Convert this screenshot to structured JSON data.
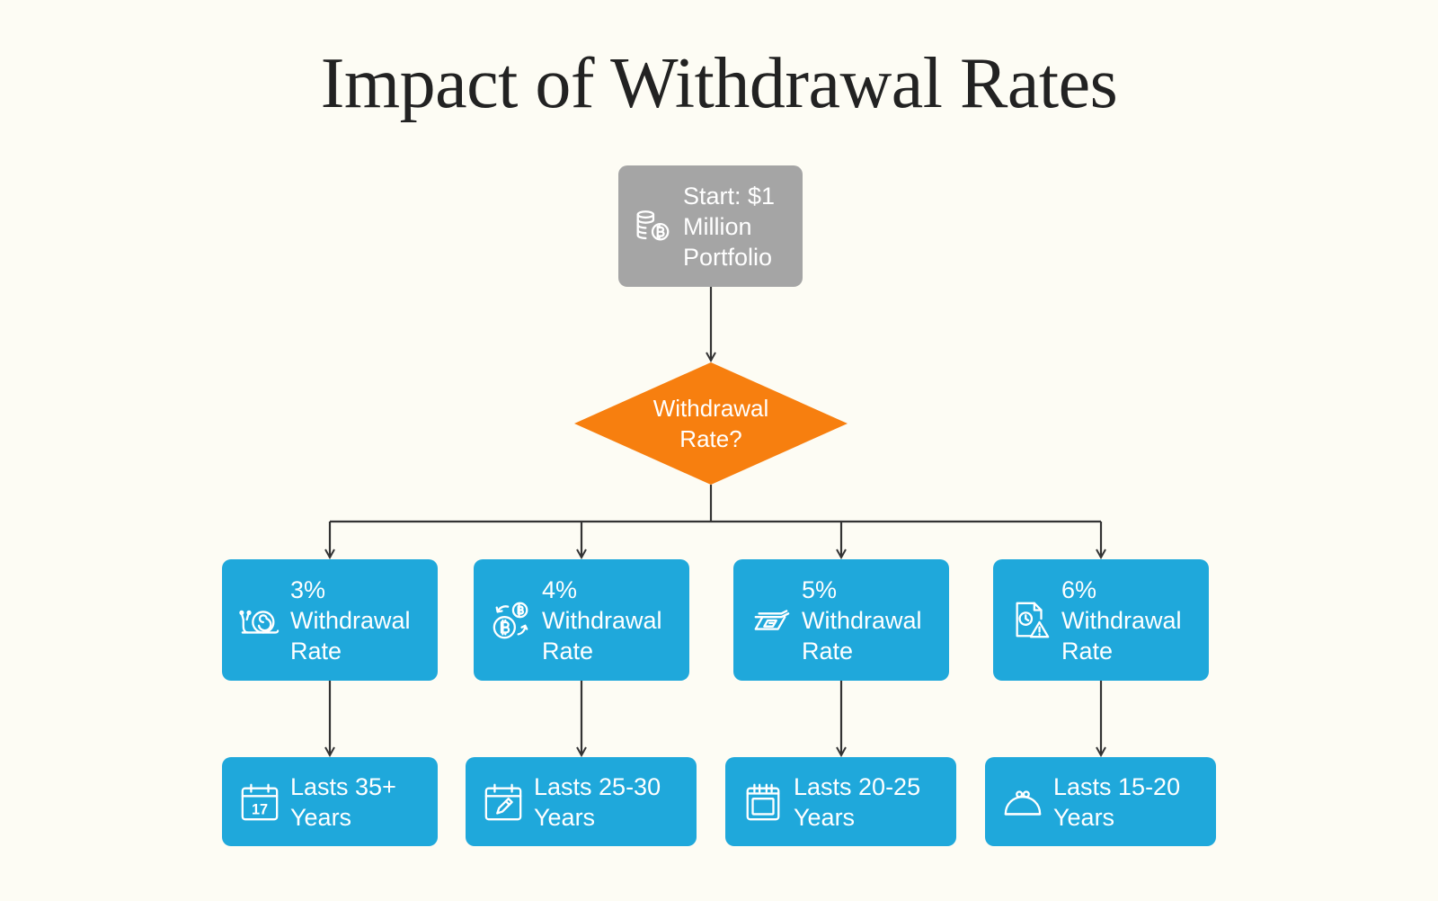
{
  "title": "Impact of Withdrawal Rates",
  "colors": {
    "background": "#fdfcf4",
    "start_fill": "#a5a5a5",
    "decision_fill": "#f77f0f",
    "node_fill": "#1fa8db",
    "edge": "#333333",
    "text_on_node": "#ffffff"
  },
  "start": {
    "label_lines": [
      "Start: $1",
      "Million",
      "Portfolio"
    ],
    "icon": "coins-bitcoin-icon"
  },
  "decision": {
    "label_lines": [
      "Withdrawal",
      "Rate?"
    ]
  },
  "rates": [
    {
      "label_lines": [
        "3%",
        "Withdrawal",
        "Rate"
      ],
      "icon": "snail-icon"
    },
    {
      "label_lines": [
        "4%",
        "Withdrawal",
        "Rate"
      ],
      "icon": "coin-exchange-icon"
    },
    {
      "label_lines": [
        "5%",
        "Withdrawal",
        "Rate"
      ],
      "icon": "money-hand-icon"
    },
    {
      "label_lines": [
        "6%",
        "Withdrawal",
        "Rate"
      ],
      "icon": "document-clock-warning-icon"
    }
  ],
  "results": [
    {
      "label_lines": [
        "Lasts 35+",
        "Years"
      ],
      "icon": "calendar-17-icon",
      "calendar_day": "17"
    },
    {
      "label_lines": [
        "Lasts 25-30",
        "Years"
      ],
      "icon": "calendar-edit-icon"
    },
    {
      "label_lines": [
        "Lasts 20-25",
        "Years"
      ],
      "icon": "calendar-blank-icon"
    },
    {
      "label_lines": [
        "Lasts 15-20",
        "Years"
      ],
      "icon": "purse-icon"
    }
  ]
}
